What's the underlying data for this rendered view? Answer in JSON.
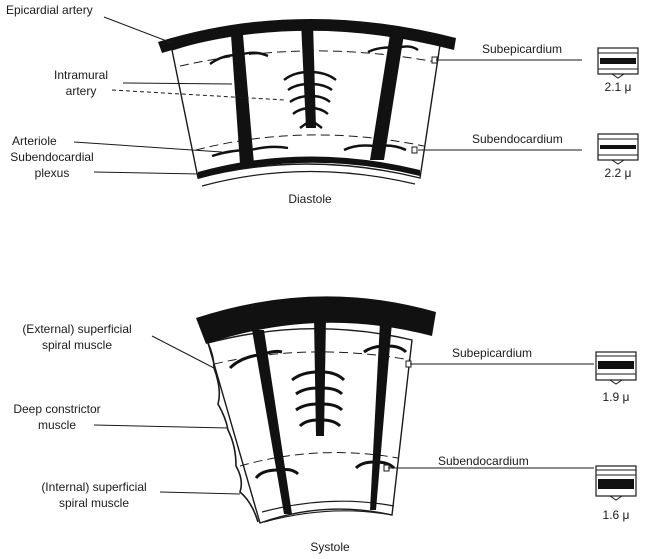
{
  "diastole": {
    "caption": "Diastole",
    "labels": {
      "epicardial_artery": "Epicardial artery",
      "intramural_artery_1": "Intramural",
      "intramural_artery_2": "artery",
      "arteriole": "Arteriole",
      "subendocardial_plexus_1": "Subendocardial",
      "subendocardial_plexus_2": "plexus",
      "subepicardium": "Subepicardium",
      "subendocardium": "Subendocardium"
    },
    "insets": [
      {
        "layer": "Subepicardium",
        "value": "2.1 μ"
      },
      {
        "layer": "Subendocardium",
        "value": "2.2 μ"
      }
    ]
  },
  "systole": {
    "caption": "Systole",
    "labels": {
      "external_spiral_1": "(External) superficial",
      "external_spiral_2": "spiral muscle",
      "deep_constrictor_1": "Deep constrictor",
      "deep_constrictor_2": "muscle",
      "internal_spiral_1": "(Internal) superficial",
      "internal_spiral_2": "spiral muscle",
      "subepicardium": "Subepicardium",
      "subendocardium": "Subendocardium"
    },
    "insets": [
      {
        "layer": "Subepicardium",
        "value": "1.9 μ"
      },
      {
        "layer": "Subendocardium",
        "value": "1.6 μ"
      }
    ]
  }
}
